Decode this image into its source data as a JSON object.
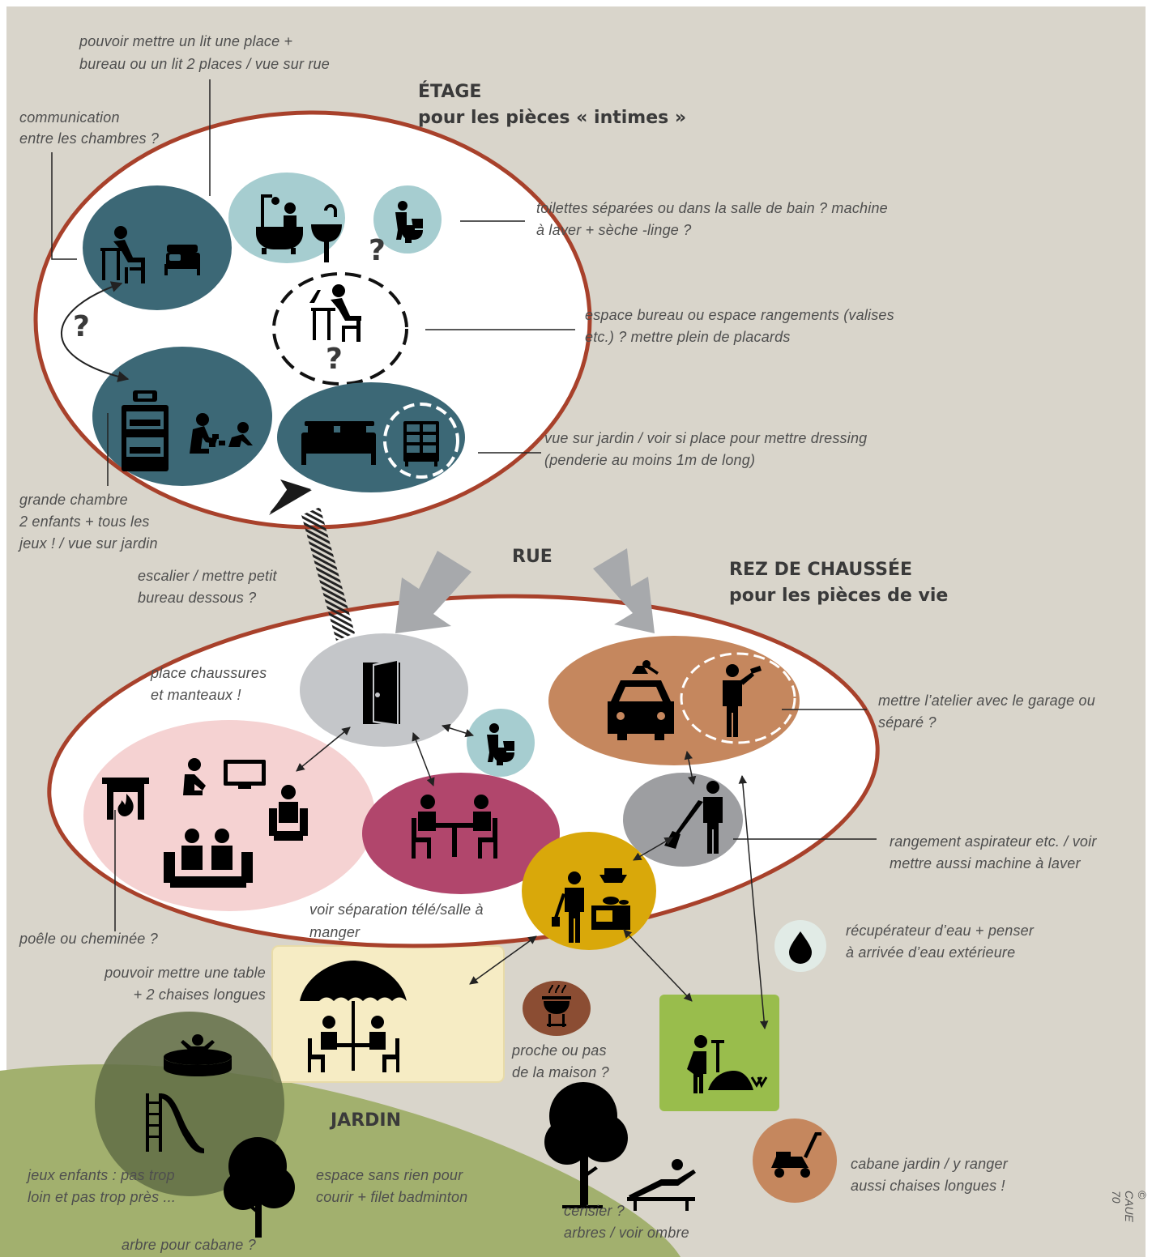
{
  "titles": {
    "etage_line1": "ÉTAGE",
    "etage_line2": "pour les pièces « intimes »",
    "rdc_line1": "REZ DE CHAUSSÉE",
    "rdc_line2": "pour les pièces de vie",
    "rue": "RUE",
    "jardin": "JARDIN"
  },
  "notes": {
    "lit_line1": "pouvoir mettre un lit une place +",
    "lit_line2": "bureau ou un lit 2 places  / vue sur rue",
    "comm_line1": "communication",
    "comm_line2": "entre les chambres ?",
    "toilettes_line1": "toilettes séparées ou dans la salle de bain ? machine",
    "toilettes_line2": "à laver + sèche -linge ?",
    "bureau_line1": "espace bureau ou espace rangements (valises",
    "bureau_line2": "etc.) ? mettre plein de placards",
    "jardin_vue_line1": "vue sur jardin / voir si place pour mettre dressing",
    "jardin_vue_line2": "(penderie au moins 1m de long)",
    "grande_line1": "grande chambre",
    "grande_line2": "2  enfants  +  tous  les",
    "grande_line3": "jeux ! / vue sur jardin",
    "escalier_line1": "escalier / mettre petit",
    "escalier_line2": "bureau dessous ?",
    "chaussures_line1": "place chaussures",
    "chaussures_line2": "et manteaux !",
    "atelier_line1": "mettre l’atelier avec le garage ou",
    "atelier_line2": "séparé ?",
    "aspirateur_line1": "rangement aspirateur etc. / voir",
    "aspirateur_line2": "mettre aussi machine à laver",
    "separation_line1": "voir séparation télé/salle à",
    "separation_line2": "manger",
    "poele": "poêle ou cheminée ?",
    "eau_line1": "récupérateur d’eau + penser",
    "eau_line2": "à arrivée d’eau extérieure",
    "table_line1": "pouvoir mettre une table",
    "table_line2": "+ 2 chaises longues",
    "bbq_line1": "proche ou pas",
    "bbq_line2": "de la maison ?",
    "jeux_line1": "jeux enfants : pas trop",
    "jeux_line2": "loin et pas trop près ...",
    "courir_line1": "espace sans rien pour",
    "courir_line2": "courir + filet badminton",
    "cabane_line1": "cabane jardin / y ranger",
    "cabane_line2": "aussi chaises longues !",
    "cerisier_line1": "cerisier ?",
    "cerisier_line2": "arbres / voir ombre",
    "arbre": "arbre pour cabane ?"
  },
  "question_mark": "?",
  "credit": "© CAUE 70",
  "colors": {
    "background": "#d9d5cb",
    "house_border": "#a8412b",
    "bedroom": "#3c6876",
    "bathroom": "#a6cdd0",
    "garage": "#c5875e",
    "living": "#f5d2d2",
    "dining": "#b1466c",
    "kitchen": "#d9a80a",
    "entry": "#c4c6c9",
    "garden": "#a2b06e",
    "terrace": "#f6ecc4",
    "shed": "#99bd4c"
  },
  "icons": [
    "desk-person-icon",
    "bed-icon",
    "shower-bath-icon",
    "sink-icon",
    "toilet-icon",
    "bunk-bed-icon",
    "kids-playing-icon",
    "double-bed-icon",
    "wardrobe-icon",
    "door-icon",
    "car-icon",
    "handyman-icon",
    "tv-icon",
    "fireplace-icon",
    "armchair-icon",
    "sofa-icon",
    "dining-table-icon",
    "broom-person-icon",
    "cook-icon",
    "water-drop-icon",
    "parasol-table-icon",
    "barbecue-icon",
    "gardener-icon",
    "pool-icon",
    "slide-icon",
    "tree-icon",
    "deckchair-icon",
    "lawnmower-icon"
  ]
}
